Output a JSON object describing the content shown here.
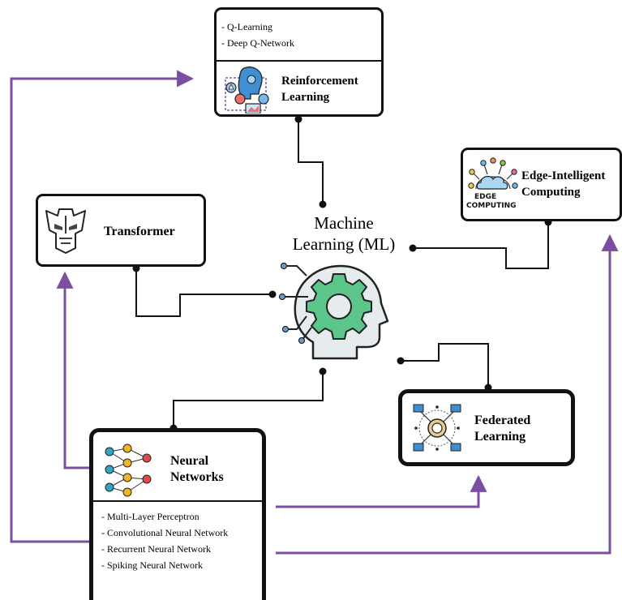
{
  "center": {
    "title_line1": "Machine",
    "title_line2": "Learning (ML)",
    "icon": "head-gear-icon"
  },
  "reinforcement": {
    "items": [
      "- Q-Learning",
      "- Deep Q-Network"
    ],
    "title_line1": "Reinforcement",
    "title_line2": "Learning",
    "icon": "robot-head-icon"
  },
  "edge": {
    "title_line1": "Edge-Intelligent",
    "title_line2": "Computing",
    "icon_text_1": "EDGE",
    "icon_text_2": "COMPUTING",
    "icon": "edge-cloud-icon"
  },
  "transformer": {
    "title": "Transformer",
    "icon": "transformer-mask-icon"
  },
  "federated": {
    "title_line1": "Federated",
    "title_line2": "Learning",
    "icon": "federated-network-icon"
  },
  "neural": {
    "title_line1": "Neural",
    "title_line2": "Networks",
    "items": [
      "- Multi-Layer Perceptron",
      "- Convolutional Neural Network",
      "- Recurrent Neural Network",
      "- Spiking Neural Network"
    ],
    "icon": "neural-network-icon"
  },
  "colors": {
    "connector": "#111111",
    "arrow": "#7a4fa0",
    "gear": "#5cc68a",
    "head_fill": "#e6ecee"
  }
}
